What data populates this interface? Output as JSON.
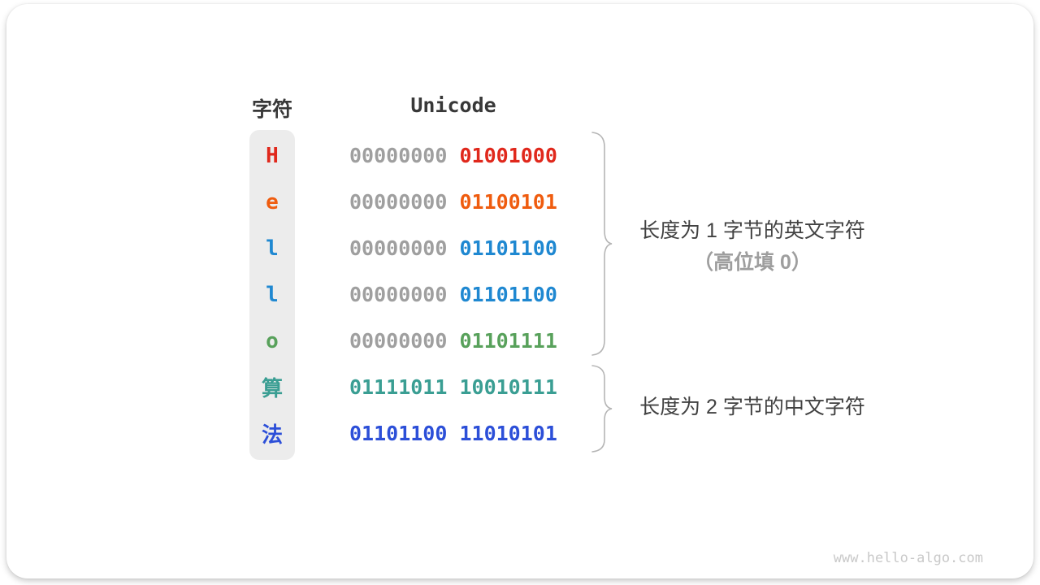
{
  "headers": {
    "char": "字符",
    "unicode": "Unicode"
  },
  "rows": [
    {
      "char": "H",
      "prefix": "00000000",
      "bits": "01001000",
      "color": "#e0281c"
    },
    {
      "char": "e",
      "prefix": "00000000",
      "bits": "01100101",
      "color": "#ef5c0f"
    },
    {
      "char": "l",
      "prefix": "00000000",
      "bits": "01101100",
      "color": "#1f88d1"
    },
    {
      "char": "l",
      "prefix": "00000000",
      "bits": "01101100",
      "color": "#1f88d1"
    },
    {
      "char": "o",
      "prefix": "00000000",
      "bits": "01101111",
      "color": "#58a15b"
    },
    {
      "char": "算",
      "prefix": "",
      "bits": "01111011 10010111",
      "color": "#3a9e93"
    },
    {
      "char": "法",
      "prefix": "",
      "bits": "01101100 11010101",
      "color": "#2c4fd8"
    }
  ],
  "annotations": {
    "group1_line1": "长度为 1 字节的英文字符",
    "group1_line2": "（高位填 0）",
    "group2_line1": "长度为 2 字节的中文字符"
  },
  "colors": {
    "prefix_gray": "#9f9f9f",
    "column_bg": "#ececec",
    "header_text": "#383838",
    "annotation_dark": "#414141",
    "annotation_gray": "#9e9e9e",
    "brace": "#b5b5b5",
    "watermark": "#c9c9c9"
  },
  "watermark": "www.hello-algo.com"
}
